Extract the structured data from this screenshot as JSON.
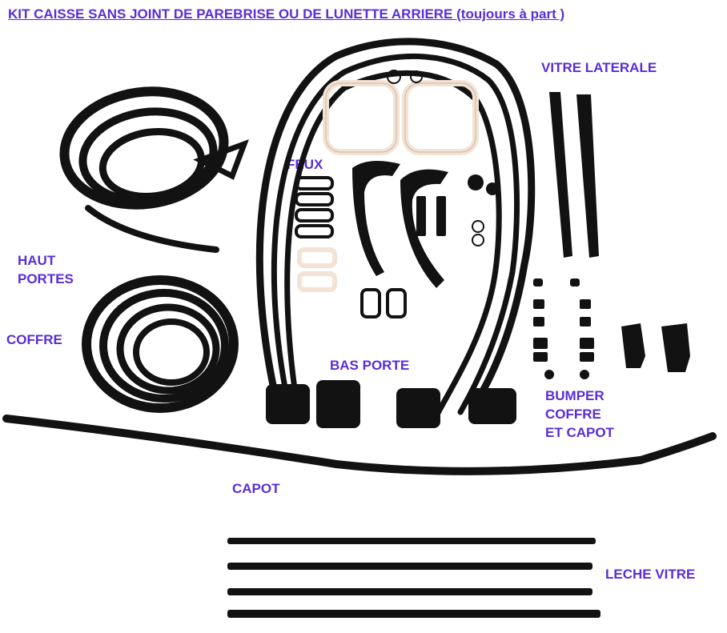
{
  "title": "KIT CAISSE SANS JOINT DE PAREBRISE OU DE LUNETTE ARRIERE (toujours à part )",
  "labels": {
    "vitre_laterale": "VITRE LATERALE",
    "feux": "FEUX",
    "haut": "HAUT",
    "portes": "PORTES",
    "coffre": "COFFRE",
    "bas_porte": "BAS PORTE",
    "bumper": "BUMPER",
    "coffre2": "COFFRE",
    "et_capot": "ET CAPOT",
    "capot": "CAPOT",
    "leche_vitre": "LECHE VITRE"
  },
  "colors": {
    "label": "#5a2dd6",
    "rubber": "#121212",
    "gasket_light": "#f3e3d4"
  }
}
